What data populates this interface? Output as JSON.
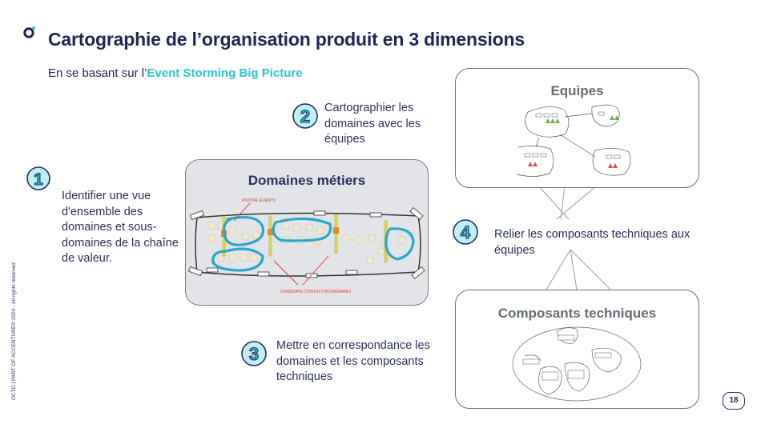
{
  "header": {
    "title": "Cartographie de l’organisation produit en 3 dimensions",
    "subtitle_prefix": "En se basant sur l’",
    "subtitle_highlight": "Event Storming Big Picture"
  },
  "steps": [
    {
      "number": "1",
      "text": "Identifier une vue d'ensemble des domaines et sous-domaines de la chaîne de valeur."
    },
    {
      "number": "2",
      "text": "Cartographier les domaines avec les équipes"
    },
    {
      "number": "3",
      "text": "Mettre en correspondance les domaines et les composants techniques"
    },
    {
      "number": "4",
      "text": "Relier les composants techniques aux équipes"
    }
  ],
  "cards": {
    "domaines": {
      "title": "Domaines métiers",
      "note_top": "PIVOTAL EVENTS",
      "note_bottom": "CANDIDATE CONTEXT BOUNDARIES"
    },
    "equipes": {
      "title": "Equipes"
    },
    "composants": {
      "title": "Composants techniques"
    }
  },
  "footer": {
    "copyright": "OCTO | PART OF ACCENTURE© 2024 - All rights reserved",
    "page_number": "18"
  },
  "colors": {
    "navy": "#1f2557",
    "accent": "#2ac6d6",
    "red": "#d9322f"
  }
}
